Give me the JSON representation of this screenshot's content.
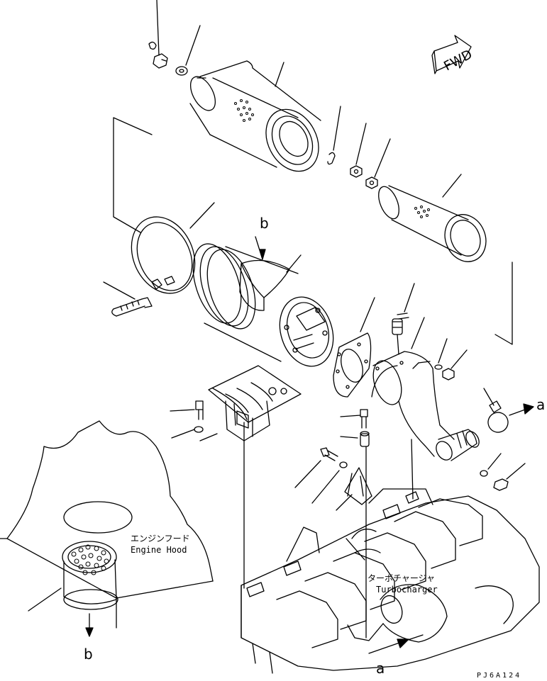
{
  "fwd_label": "FWD",
  "callouts": {
    "b_top": "b",
    "b_bottom": "b",
    "a_right": "a",
    "a_bottom": "a"
  },
  "labels": {
    "engine_hood_jp": "エンジンフード",
    "engine_hood_en": "Engine Hood",
    "turbocharger_jp": "ターボチャージャ",
    "turbocharger_en": "Turbocharger"
  },
  "drawing_code": "PJ6A124"
}
